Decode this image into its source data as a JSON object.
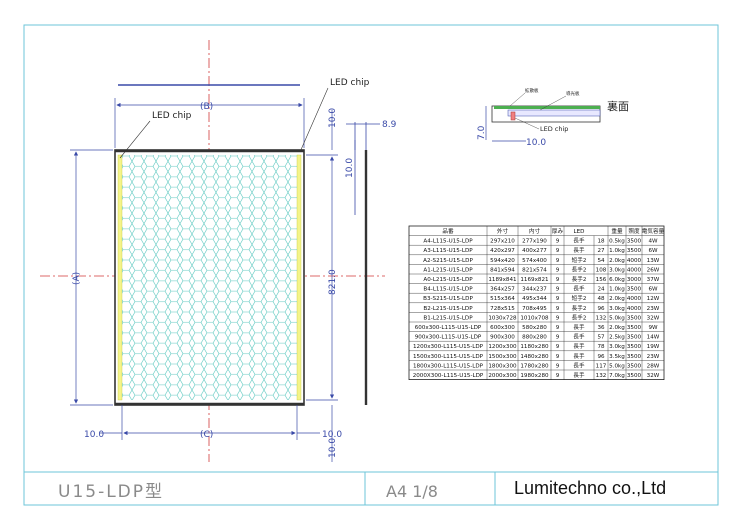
{
  "drawing": {
    "model_name": "U15-LDP型",
    "sheet": "A4 1/8",
    "company": "Lumitechno co.,Ltd",
    "back_label": "裏面"
  },
  "labels": {
    "led_chip_top": "LED chip",
    "led_chip_left": "LED chip",
    "led_chip_section": "LED chip",
    "section_label_a": "拡散板",
    "section_label_b": "導光板",
    "dim_b": "(B)",
    "dim_a": "(A)",
    "dim_c": "(C)",
    "dim_10_top": "10.0",
    "dim_8_9": "8.9",
    "dim_10_side": "10.0",
    "dim_821": "821.0",
    "dim_10_bottom_left": "10.0",
    "dim_10_bottom_right": "10.0",
    "dim_10_bottom_vertical": "10.0",
    "dim_7": "7.0",
    "dim_10_section": "10.0"
  },
  "table": {
    "headers": [
      "品番",
      "外寸",
      "内寸",
      "厚み",
      "LED",
      "",
      "重量",
      "照度",
      "電気容量"
    ],
    "rows": [
      [
        "A4-L115-U15-LDP",
        "297x210",
        "277x190",
        "9",
        "長手",
        "18",
        "0.5kg",
        "3500",
        "4W"
      ],
      [
        "A3-L115-U15-LDP",
        "420x297",
        "400x277",
        "9",
        "長手",
        "27",
        "1.0kg",
        "3500",
        "6W"
      ],
      [
        "A2-S215-U15-LDP",
        "594x420",
        "574x400",
        "9",
        "短手2",
        "54",
        "2.0kg",
        "4000",
        "13W"
      ],
      [
        "A1-L215-U15-LDP",
        "841x594",
        "821x574",
        "9",
        "長手2",
        "108",
        "3.0kg",
        "4000",
        "26W"
      ],
      [
        "A0-L215-U15-LDP",
        "1189x841",
        "1169x821",
        "9",
        "長手2",
        "156",
        "6.0kg",
        "3000",
        "37W"
      ],
      [
        "B4-L115-U15-LDP",
        "364x257",
        "344x237",
        "9",
        "長手",
        "24",
        "1.0kg",
        "3500",
        "6W"
      ],
      [
        "B3-S215-U15-LDP",
        "515x364",
        "495x344",
        "9",
        "短手2",
        "48",
        "2.0kg",
        "4000",
        "12W"
      ],
      [
        "B2-L215-U15-LDP",
        "728x515",
        "708x495",
        "9",
        "長手2",
        "96",
        "3.0kg",
        "4000",
        "23W"
      ],
      [
        "B1-L215-U15-LDP",
        "1030x728",
        "1010x708",
        "9",
        "長手2",
        "132",
        "5.0kg",
        "3500",
        "32W"
      ],
      [
        "600x300-L115-U15-LDP",
        "600x300",
        "580x280",
        "9",
        "長手",
        "36",
        "2.0kg",
        "3500",
        "9W"
      ],
      [
        "900x300-L115-U15-LDP",
        "900x300",
        "880x280",
        "9",
        "長手",
        "57",
        "2.5kg",
        "3500",
        "14W"
      ],
      [
        "1200x300-L115-U15-LDP",
        "1200x300",
        "1180x280",
        "9",
        "長手",
        "78",
        "3.0kg",
        "3500",
        "19W"
      ],
      [
        "1500x300-L115-U15-LDP",
        "1500x300",
        "1480x280",
        "9",
        "長手",
        "96",
        "3.5kg",
        "3500",
        "23W"
      ],
      [
        "1800x300-L115-U15-LDP",
        "1800x300",
        "1780x280",
        "9",
        "長手",
        "117",
        "5.0kg",
        "3500",
        "28W"
      ],
      [
        "2000X300-L115-U15-LDP",
        "2000x300",
        "1980x280",
        "9",
        "長手",
        "132",
        "7.0kg",
        "3500",
        "32W"
      ]
    ]
  },
  "colors": {
    "border": "#6ec6d8",
    "dimension": "#3a4aa8",
    "centerline": "#d23a3a",
    "panel_frame": "#333333",
    "led_strip": "#f4f48a",
    "hex_grid": "#5cc8c0",
    "light_guide": "#4caf50"
  }
}
